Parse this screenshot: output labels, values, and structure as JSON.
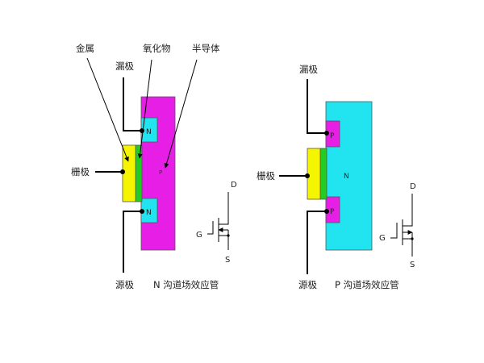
{
  "nmos": {
    "label_metal": "金属",
    "label_oxide": "氧化物",
    "label_semiconductor": "半导体",
    "label_drain": "漏极",
    "label_gate": "栅极",
    "label_source": "源极",
    "region_top": "N",
    "region_substrate": "P",
    "region_bottom": "N",
    "caption": "N 沟道场效应管",
    "sym_d": "D",
    "sym_g": "G",
    "sym_s": "S"
  },
  "pmos": {
    "label_drain": "漏极",
    "label_gate": "栅极",
    "label_source": "源极",
    "region_top": "P",
    "region_substrate": "N",
    "region_bottom": "P",
    "caption": "P 沟道场效应管",
    "sym_d": "D",
    "sym_g": "G",
    "sym_s": "S"
  },
  "colors": {
    "metal": "#f5f500",
    "oxide": "#22cc22",
    "p_region": "#e61ee6",
    "n_region": "#22e4f0",
    "wire": "#000000"
  }
}
